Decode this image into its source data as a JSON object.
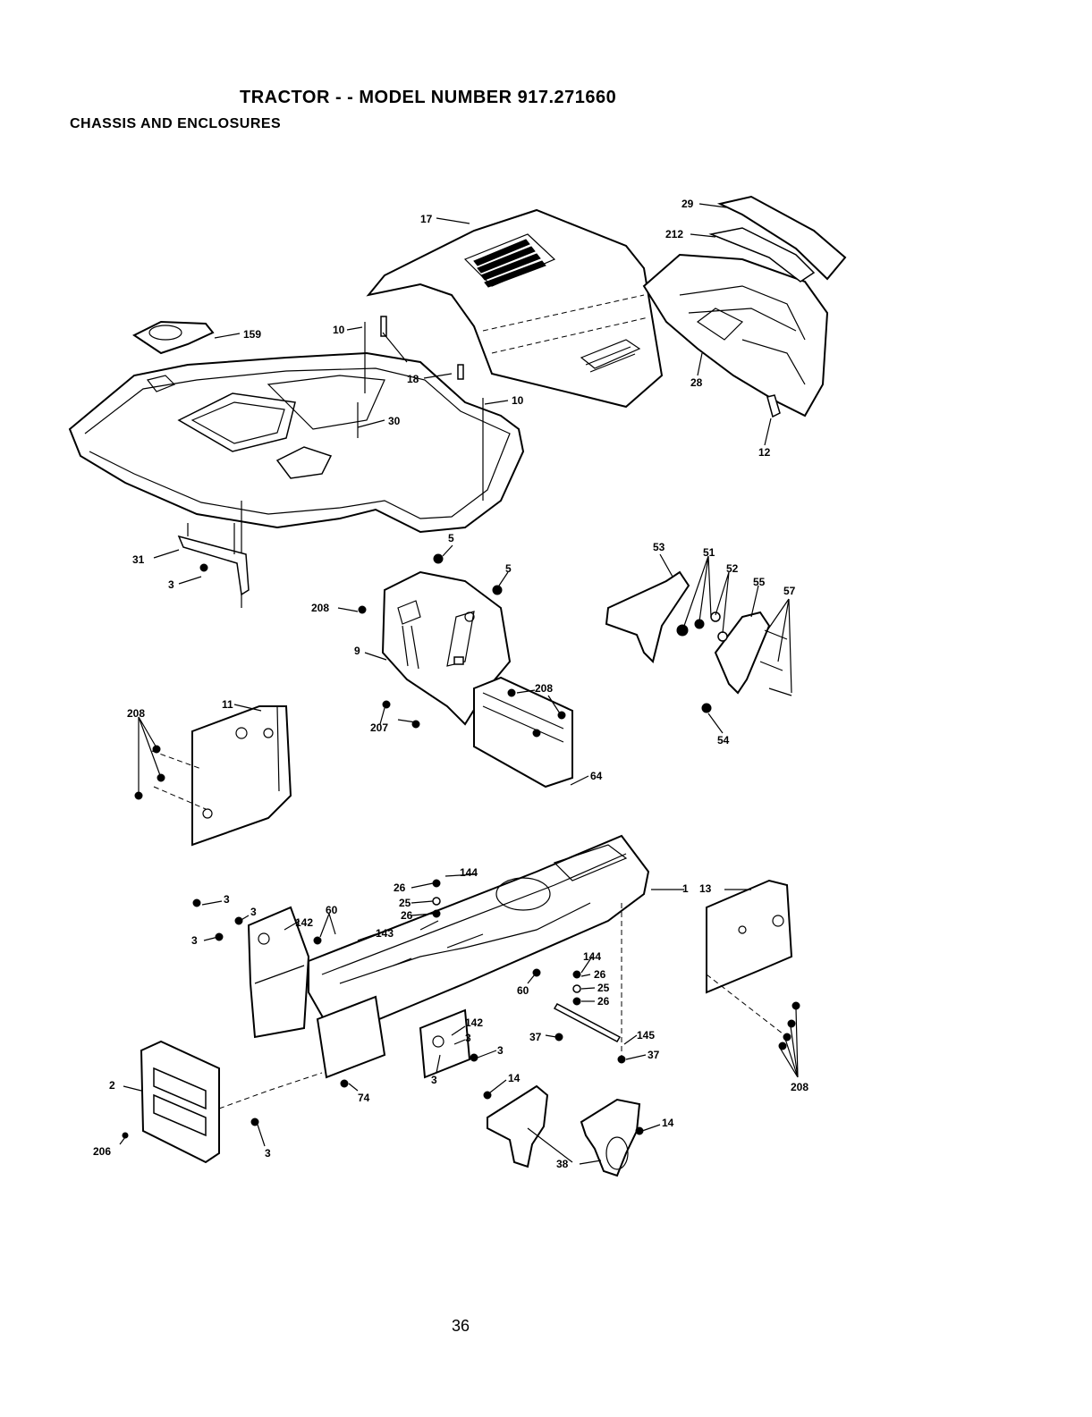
{
  "header": {
    "title": "TRACTOR - - MODEL NUMBER 917.271660",
    "subtitle": "CHASSIS AND ENCLOSURES"
  },
  "page_number": "36",
  "callouts": {
    "c29": "29",
    "c212": "212",
    "c17": "17",
    "c159": "159",
    "c10a": "10",
    "c10b": "10",
    "c18": "18",
    "c28": "28",
    "c30": "30",
    "c12": "12",
    "c31": "31",
    "c3a": "3",
    "c5a": "5",
    "c5b": "5",
    "c208a": "208",
    "c9": "9",
    "c207": "207",
    "c208b": "208",
    "c64": "64",
    "c53": "53",
    "c51": "51",
    "c52": "52",
    "c55": "55",
    "c57": "57",
    "c54": "54",
    "c11": "11",
    "c208c": "208",
    "c144a": "144",
    "c26a": "26",
    "c25a": "25",
    "c26b": "26",
    "c1": "1",
    "c13": "13",
    "c3b": "3",
    "c3c": "3",
    "c3d": "3",
    "c142a": "142",
    "c60a": "60",
    "c143": "143",
    "c144b": "144",
    "c26c": "26",
    "c25b": "25",
    "c26d": "26",
    "c60b": "60",
    "c142b": "142",
    "c3e": "3",
    "c3f": "3",
    "c3g": "3",
    "c37a": "37",
    "c145": "145",
    "c37b": "37",
    "c74": "74",
    "c14a": "14",
    "c14b": "14",
    "c2": "2",
    "c206": "206",
    "c3h": "3",
    "c38": "38",
    "c208d": "208"
  }
}
